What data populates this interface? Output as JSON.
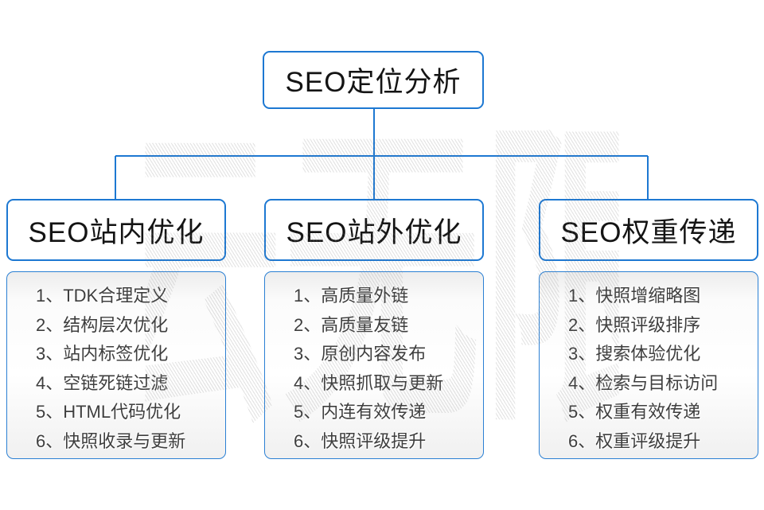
{
  "title": "SEO定位分析",
  "watermark": "云无限",
  "colors": {
    "line_blue": "#1d78d2",
    "list_border_blue": "#2b80d4",
    "heading_text": "#141414",
    "list_text": "#3e3e3e"
  },
  "columns": [
    {
      "title": "SEO站内优化",
      "items": [
        "1、TDK合理定义",
        "2、结构层次优化",
        "3、站内标签优化",
        "4、空链死链过滤",
        "5、HTML代码优化",
        "6、快照收录与更新"
      ]
    },
    {
      "title": "SEO站外优化",
      "items": [
        "1、高质量外链",
        "2、高质量友链",
        "3、原创内容发布",
        "4、快照抓取与更新",
        "5、内连有效传递",
        "6、快照评级提升"
      ]
    },
    {
      "title": "SEO权重传递",
      "items": [
        "1、快照增缩略图",
        "2、快照评级排序",
        "3、搜索体验优化",
        "4、检索与目标访问",
        "5、权重有效传递",
        "6、权重评级提升"
      ]
    }
  ]
}
